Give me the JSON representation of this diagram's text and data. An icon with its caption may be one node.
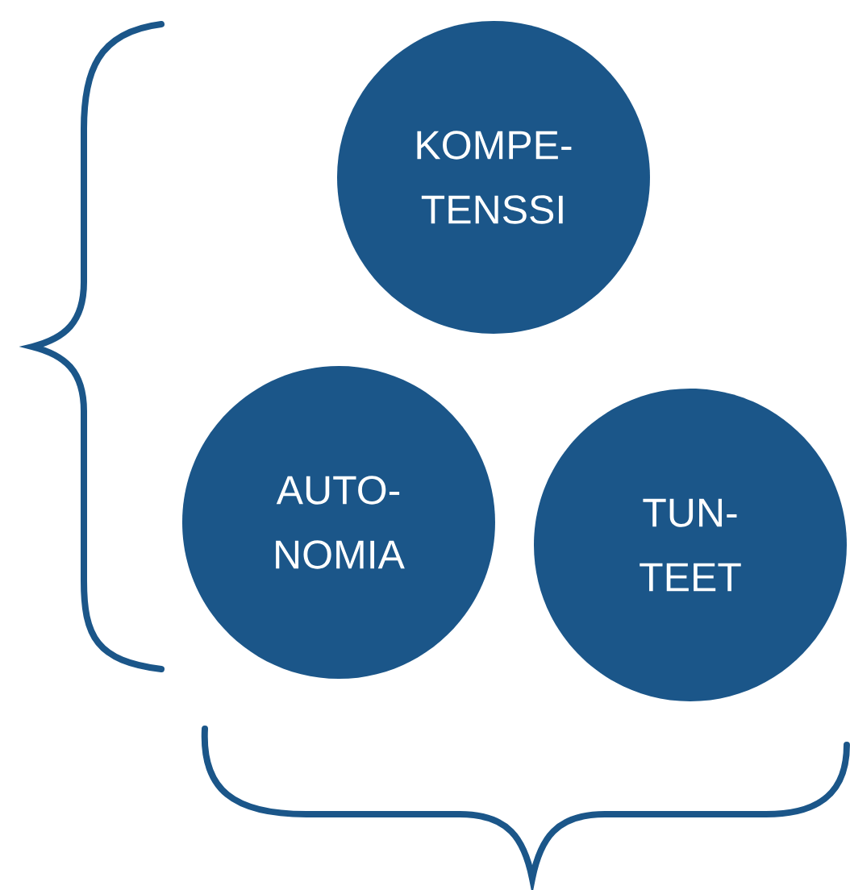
{
  "diagram": {
    "nodes": [
      {
        "text": [
          "KOMPE- TENSSI"
        ]
      },
      {
        "text": [
          "AUTO- NOMIA"
        ]
      },
      {
        "text": [
          "TUN- TEET"
        ]
      }
    ]
  }
}
